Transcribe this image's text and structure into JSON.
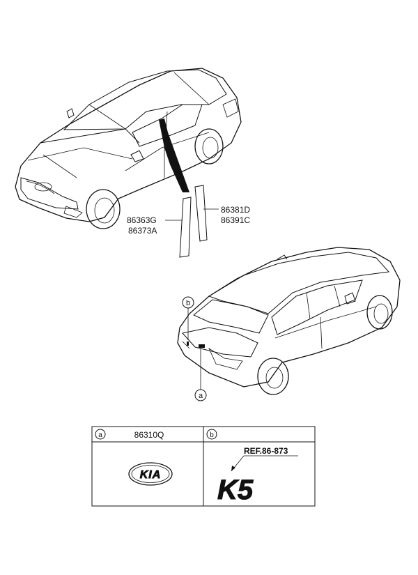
{
  "parts": {
    "pillar_front_left": [
      "86363G",
      "86373A"
    ],
    "pillar_front_right": [
      "86381D",
      "86391C"
    ]
  },
  "callouts": {
    "a": "a",
    "b": "b"
  },
  "table": {
    "header_a_letter": "a",
    "header_a_part": "86310Q",
    "header_b_letter": "b",
    "ref_label": "REF.86-873",
    "emblem_text": "KIA",
    "badge_text": "K5"
  }
}
